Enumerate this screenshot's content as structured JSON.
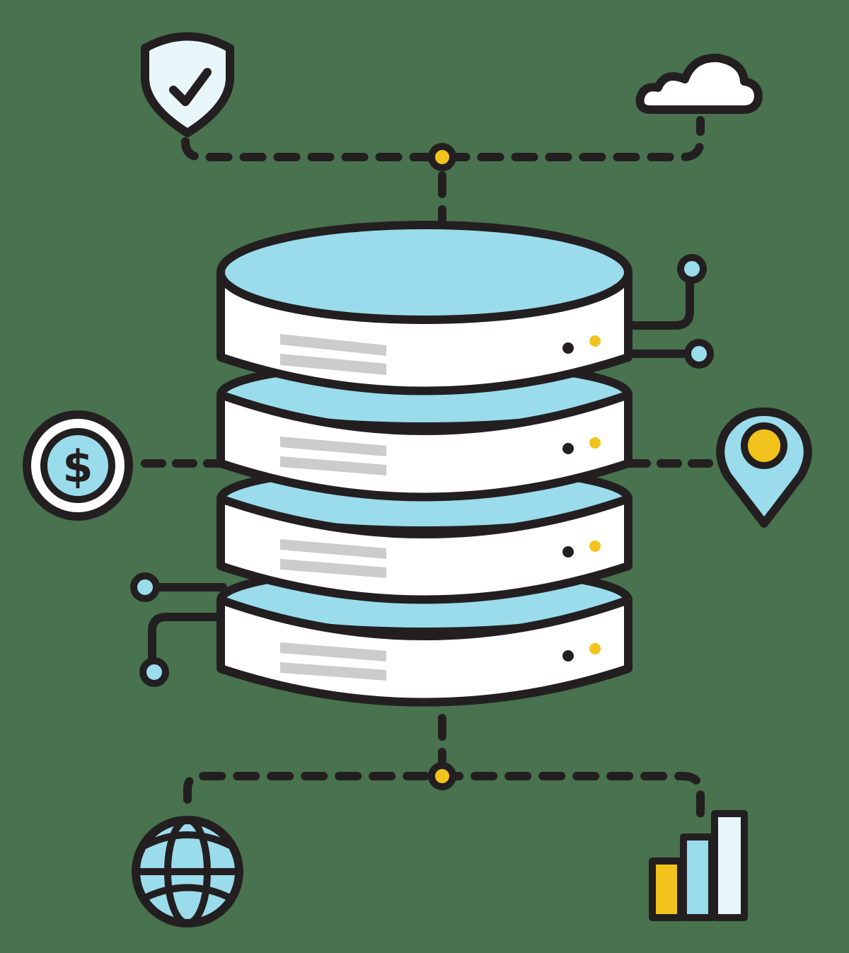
{
  "illustration": {
    "title": "Database server network",
    "background": "#49724e",
    "colors": {
      "stroke": "#231f20",
      "light_blue": "#9adcec",
      "pale_blue": "#e8f6fa",
      "white": "#ffffff",
      "yellow": "#f2c31c",
      "gray_label": "#cccccc"
    },
    "central": {
      "name": "database-stack",
      "disks": 4
    },
    "icons": [
      {
        "name": "shield-check-icon",
        "position": "top-left"
      },
      {
        "name": "cloud-icon",
        "position": "top-right"
      },
      {
        "name": "dollar-coin-icon",
        "symbol": "$",
        "position": "middle-left"
      },
      {
        "name": "location-pin-icon",
        "position": "middle-right"
      },
      {
        "name": "globe-icon",
        "position": "bottom-left"
      },
      {
        "name": "bar-chart-icon",
        "position": "bottom-right"
      }
    ],
    "coin_symbol": "$"
  }
}
